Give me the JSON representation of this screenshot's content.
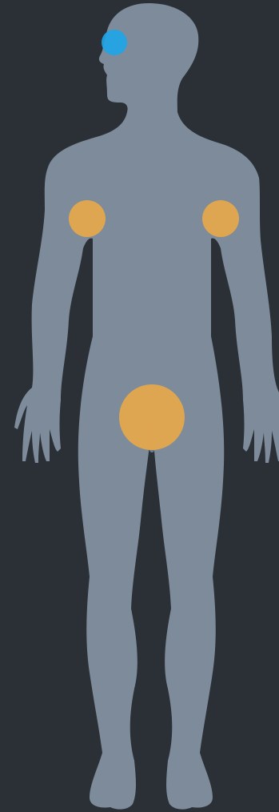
{
  "colors": {
    "background": "#2b2f36",
    "silhouette": "#7d8b9a",
    "marker_orange": "#e5a84d",
    "marker_blue": "#1ea5e6"
  },
  "markers": [
    {
      "id": "eye",
      "color": "blue",
      "icon": "eye-marker"
    },
    {
      "id": "right-armpit",
      "color": "orange",
      "icon": "armpit-marker"
    },
    {
      "id": "left-armpit",
      "color": "orange",
      "icon": "armpit-marker"
    },
    {
      "id": "groin",
      "color": "orange",
      "icon": "groin-marker"
    }
  ]
}
